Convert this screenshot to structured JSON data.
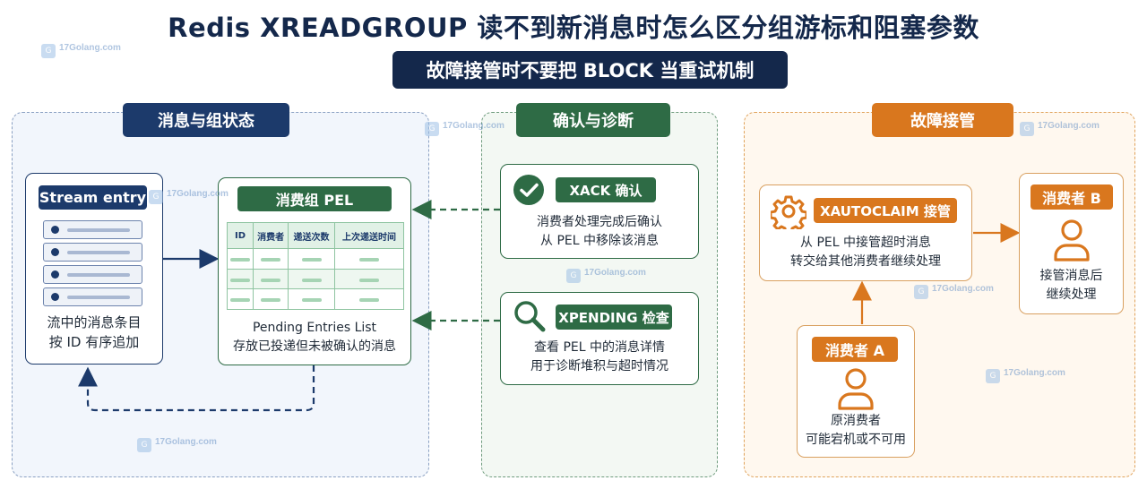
{
  "title": "Redis XREADGROUP 读不到新消息时怎么区分组游标和阻塞参数",
  "subtitle": "故障接管时不要把 BLOCK 当重试机制",
  "sections": {
    "left": {
      "title": "消息与组状态",
      "stream": {
        "label": "Stream entry",
        "desc_line1": "流中的消息条目",
        "desc_line2": "按 ID 有序追加"
      },
      "pel": {
        "label": "消费组 PEL",
        "columns": [
          "ID",
          "消费者",
          "递送次数",
          "上次递送时间"
        ],
        "desc_line1": "Pending Entries List",
        "desc_line2": "存放已投递但未被确认的消息"
      }
    },
    "mid": {
      "title": "确认与诊断",
      "xack": {
        "label": "XACK 确认",
        "icon": "check-circle-icon",
        "desc_line1": "消费者处理完成后确认",
        "desc_line2": "从 PEL 中移除该消息"
      },
      "xpending": {
        "label": "XPENDING 检查",
        "icon": "magnifier-icon",
        "desc_line1": "查看 PEL 中的消息详情",
        "desc_line2": "用于诊断堆积与超时情况"
      }
    },
    "right": {
      "title": "故障接管",
      "xautoclaim": {
        "label": "XAUTOCLAIM 接管",
        "icon": "gear-icon",
        "desc_line1": "从 PEL 中接管超时消息",
        "desc_line2": "转交给其他消费者继续处理"
      },
      "consumer_b": {
        "label": "消费者 B",
        "icon": "person-icon",
        "desc_line1": "接管消息后",
        "desc_line2": "继续处理"
      },
      "consumer_a": {
        "label": "消费者 A",
        "icon": "person-icon",
        "desc_line1": "原消费者",
        "desc_line2": "可能宕机或不可用"
      }
    }
  },
  "watermark": {
    "text": "17Golang.com"
  },
  "colors": {
    "navy": "#1c3a6b",
    "green": "#2e6b45",
    "orange": "#d9771e"
  }
}
